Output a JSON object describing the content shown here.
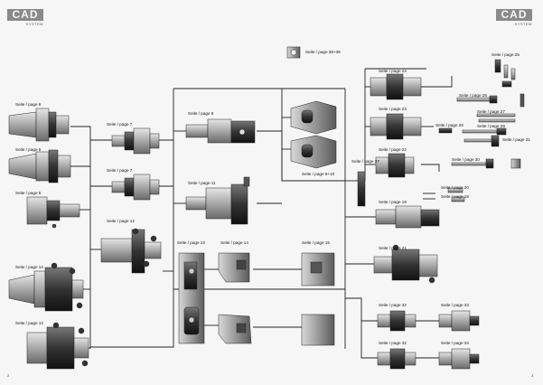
{
  "brand": {
    "logo_text": "CAD",
    "logo_sub": "SYSTEM"
  },
  "page_numbers": {
    "left": "2",
    "right": "3"
  },
  "labels": {
    "l_s6a": "Seite / page 6",
    "l_s6b": "Seite / page 6",
    "l_s5": "Seite / page 5",
    "l_s12a": "Seite / page 12",
    "l_s12b": "Seite / page 12",
    "l_s7a": "Seite / page 7",
    "l_s7b": "Seite / page 7",
    "l_s12c": "Seite / page 12",
    "l_s8": "Seite / page 8",
    "l_s11": "Seite / page 11",
    "l_s13": "Seite / page 13",
    "l_s14": "Seite / page 14",
    "l_s15": "Seite / page 15",
    "l_s3839": "Seite / page 38+39",
    "l_s910": "Seite / page 9+10",
    "l_s27a": "Seite / page 27",
    "l_s24": "Seite / page 24",
    "l_s23": "Seite / page 23",
    "l_s22": "Seite / page 22",
    "l_s18": "Seite / page 18",
    "l_s21": "Seite / page 21",
    "l_s32a": "Seite / page 32",
    "l_s32b": "Seite / page 32",
    "l_s33a": "Seite / page 33",
    "l_s33b": "Seite / page 33",
    "l_s25": "Seite / page 25",
    "l_s28": "Seite / page 28",
    "l_s27b": "Seite / page 27",
    "l_s26": "Seite / page 26",
    "l_s29": "Seite / page 29",
    "l_s31": "Seite / page 31",
    "l_s30": "Seite / page 30",
    "l_s20": "Seite / page 20",
    "l_s19": "Seite / page 19"
  }
}
